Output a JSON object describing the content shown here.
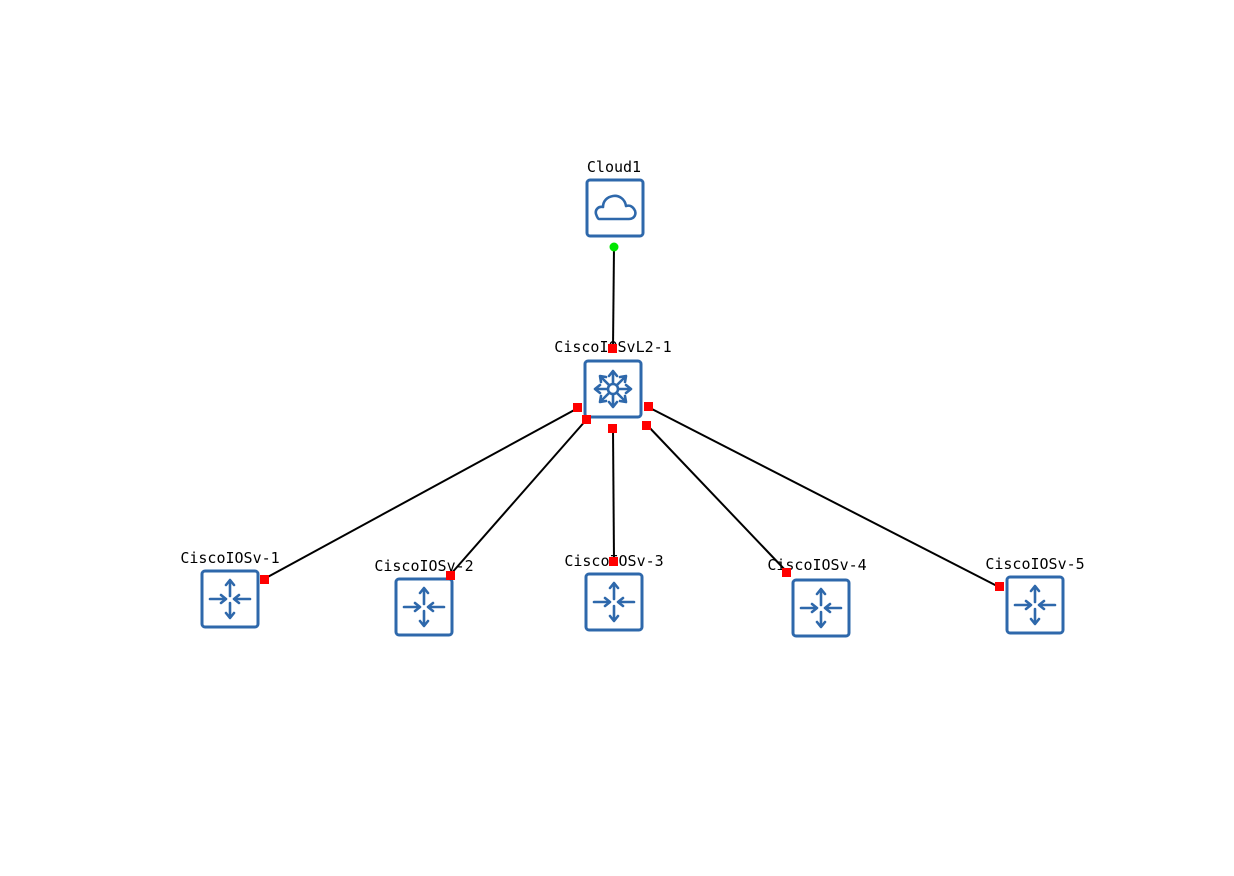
{
  "diagram": {
    "title": "",
    "colors": {
      "node_border": "#2e68ab",
      "link": "#000000",
      "port_down": "#ff0000",
      "port_up": "#00e600"
    },
    "nodes": [
      {
        "id": "cloud1",
        "label": "Cloud1",
        "type": "cloud",
        "icon": "cloud-icon"
      },
      {
        "id": "switch1",
        "label": "CiscoIOSvL2-1",
        "type": "layer2-switch",
        "icon": "switch-icon"
      },
      {
        "id": "r1",
        "label": "CiscoIOSv-1",
        "type": "router",
        "icon": "router-icon"
      },
      {
        "id": "r2",
        "label": "CiscoIOSv-2",
        "type": "router",
        "icon": "router-icon"
      },
      {
        "id": "r3",
        "label": "CiscoIOSv-3",
        "type": "router",
        "icon": "router-icon"
      },
      {
        "id": "r4",
        "label": "CiscoIOSv-4",
        "type": "router",
        "icon": "router-icon"
      },
      {
        "id": "r5",
        "label": "CiscoIOSv-5",
        "type": "router",
        "icon": "router-icon"
      }
    ],
    "links": [
      {
        "from": "cloud1",
        "to": "switch1",
        "from_status": "up",
        "to_status": "down"
      },
      {
        "from": "switch1",
        "to": "r1",
        "from_status": "down",
        "to_status": "down"
      },
      {
        "from": "switch1",
        "to": "r2",
        "from_status": "down",
        "to_status": "down"
      },
      {
        "from": "switch1",
        "to": "r3",
        "from_status": "down",
        "to_status": "down"
      },
      {
        "from": "switch1",
        "to": "r4",
        "from_status": "down",
        "to_status": "down"
      },
      {
        "from": "switch1",
        "to": "r5",
        "from_status": "down",
        "to_status": "down"
      }
    ]
  }
}
